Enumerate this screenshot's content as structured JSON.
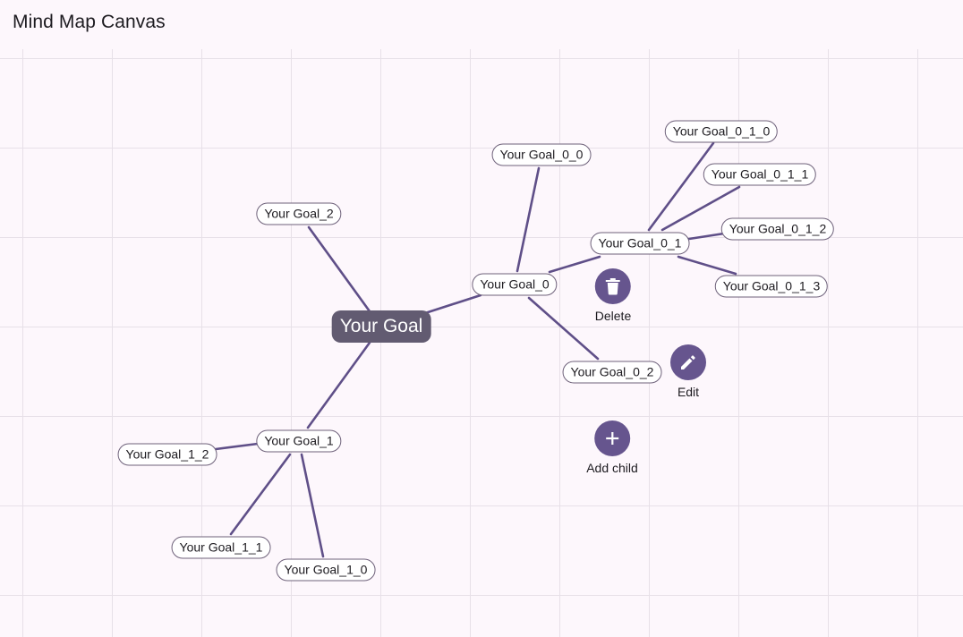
{
  "app": {
    "title": "Mind Map Canvas"
  },
  "nodes": {
    "root": "Your Goal",
    "g0": "Your Goal_0",
    "g0_0": "Your Goal_0_0",
    "g0_1": "Your Goal_0_1",
    "g0_1_0": "Your Goal_0_1_0",
    "g0_1_1": "Your Goal_0_1_1",
    "g0_1_2": "Your Goal_0_1_2",
    "g0_1_3": "Your Goal_0_1_3",
    "g0_2": "Your Goal_0_2",
    "g1": "Your Goal_1",
    "g1_0": "Your Goal_1_0",
    "g1_1": "Your Goal_1_1",
    "g1_2": "Your Goal_1_2",
    "g2": "Your Goal_2"
  },
  "actions": {
    "delete": {
      "label": "Delete",
      "icon": "trash-icon"
    },
    "edit": {
      "label": "Edit",
      "icon": "pencil-icon"
    },
    "add_child": {
      "label": "Add child",
      "icon": "plus-icon"
    }
  },
  "colors": {
    "edge": "#5f4f88",
    "root_fill": "#625b71",
    "action_fill": "#66558e",
    "background": "#fdf7fc",
    "grid": "#e7e0e8"
  }
}
